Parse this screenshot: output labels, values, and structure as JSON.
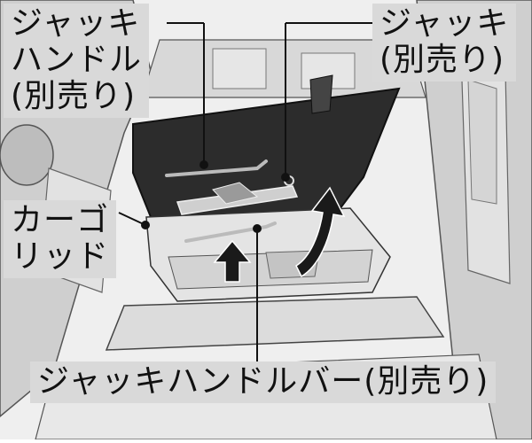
{
  "labels": {
    "jack_handle": [
      "ジャッキ",
      "ハンドル",
      "(別売り)"
    ],
    "jack": [
      "ジャッキ",
      "(別売り)"
    ],
    "cargo_lid": [
      "カーゴ",
      "リッド"
    ],
    "handle_bar": "ジャッキハンドルバー(別売り)"
  },
  "colors": {
    "callout_bg": "#d9d9d9",
    "panel_dark": "#2c2c2c",
    "body_light": "#e8e8e8",
    "outline": "#1a1a1a"
  },
  "icons": [
    "up-arrow-icon",
    "curved-arrow-icon"
  ]
}
